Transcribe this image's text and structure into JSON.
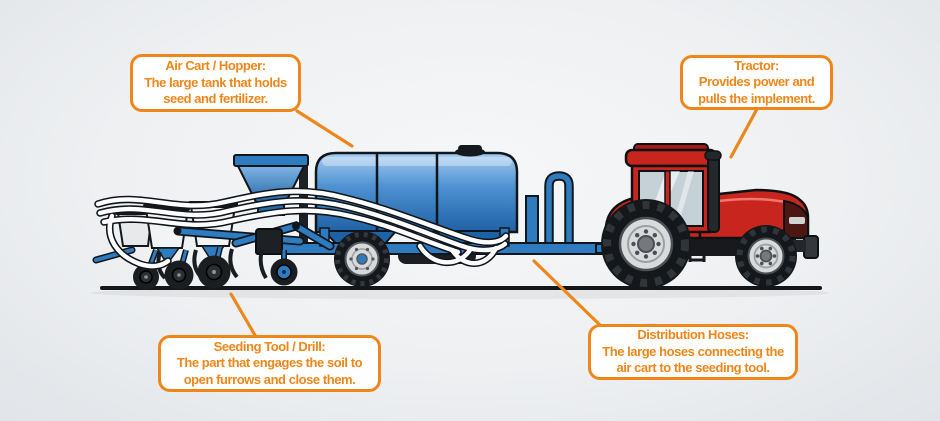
{
  "callouts": [
    {
      "id": "air-cart",
      "title": "Air Cart / Hopper:",
      "line1": "The large tank that holds",
      "line2": "seed and fertilizer."
    },
    {
      "id": "tractor",
      "title": "Tractor:",
      "line1": "Provides power and",
      "line2": "pulls the implement."
    },
    {
      "id": "seeding-tool",
      "title": "Seeding Tool / Drill:",
      "line1": "The part that engages the soil to",
      "line2": "open furrows and close them."
    },
    {
      "id": "distribution-hoses",
      "title": "Distribution Hoses:",
      "line1": "The large hoses connecting the",
      "line2": "air cart to the seeding tool."
    }
  ],
  "colors": {
    "accent_orange": "#EE8619",
    "callout_background": "#FFFFFF",
    "background_gray": "#EDEFF1",
    "cart_blue": "#2F7BC0",
    "tank_blue_dark": "#1E62A6",
    "tank_blue_light": "#A9CEF0",
    "tractor_red": "#C8251F",
    "grille_maroon": "#4C1712",
    "hose_white": "#FFFFFF",
    "tire_black": "#15181B",
    "ground_black": "#14171A"
  },
  "illustration_parts": [
    "tractor",
    "air-cart",
    "seeding-drill",
    "distribution-hoses",
    "ground"
  ]
}
